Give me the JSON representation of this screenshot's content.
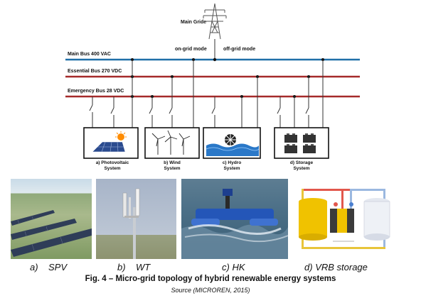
{
  "diagram": {
    "grid_label": "Main Gride",
    "on_grid": "on-grid mode",
    "off_grid": "off-grid mode",
    "buses": [
      {
        "label": "Main Bus 400 VAC",
        "color": "#1f6fa8"
      },
      {
        "label": "Essential Bus 270 VDC",
        "color": "#a52a2a"
      },
      {
        "label": "Emergency Bus  28 VDC",
        "color": "#a52a2a"
      }
    ],
    "systems": [
      {
        "letter": "a)",
        "line1": "Photovoltaic",
        "line2": "System"
      },
      {
        "letter": "b)",
        "line1": "Wind",
        "line2": "System"
      },
      {
        "letter": "c)",
        "line1": "Hydro",
        "line2": "System"
      },
      {
        "letter": "d)",
        "line1": "Storage",
        "line2": "System"
      }
    ]
  },
  "photos": [
    {
      "letter": "a)",
      "name": "SPV"
    },
    {
      "letter": "b)",
      "name": "WT"
    },
    {
      "letter": "c)",
      "name": "HK"
    },
    {
      "letter": "d)",
      "name": "VRB storage"
    }
  ],
  "caption": {
    "figure": "Fig. 4 – Micro-grid topology of hybrid renewable energy systems",
    "source": "Source (MICROREN, 2015)"
  }
}
